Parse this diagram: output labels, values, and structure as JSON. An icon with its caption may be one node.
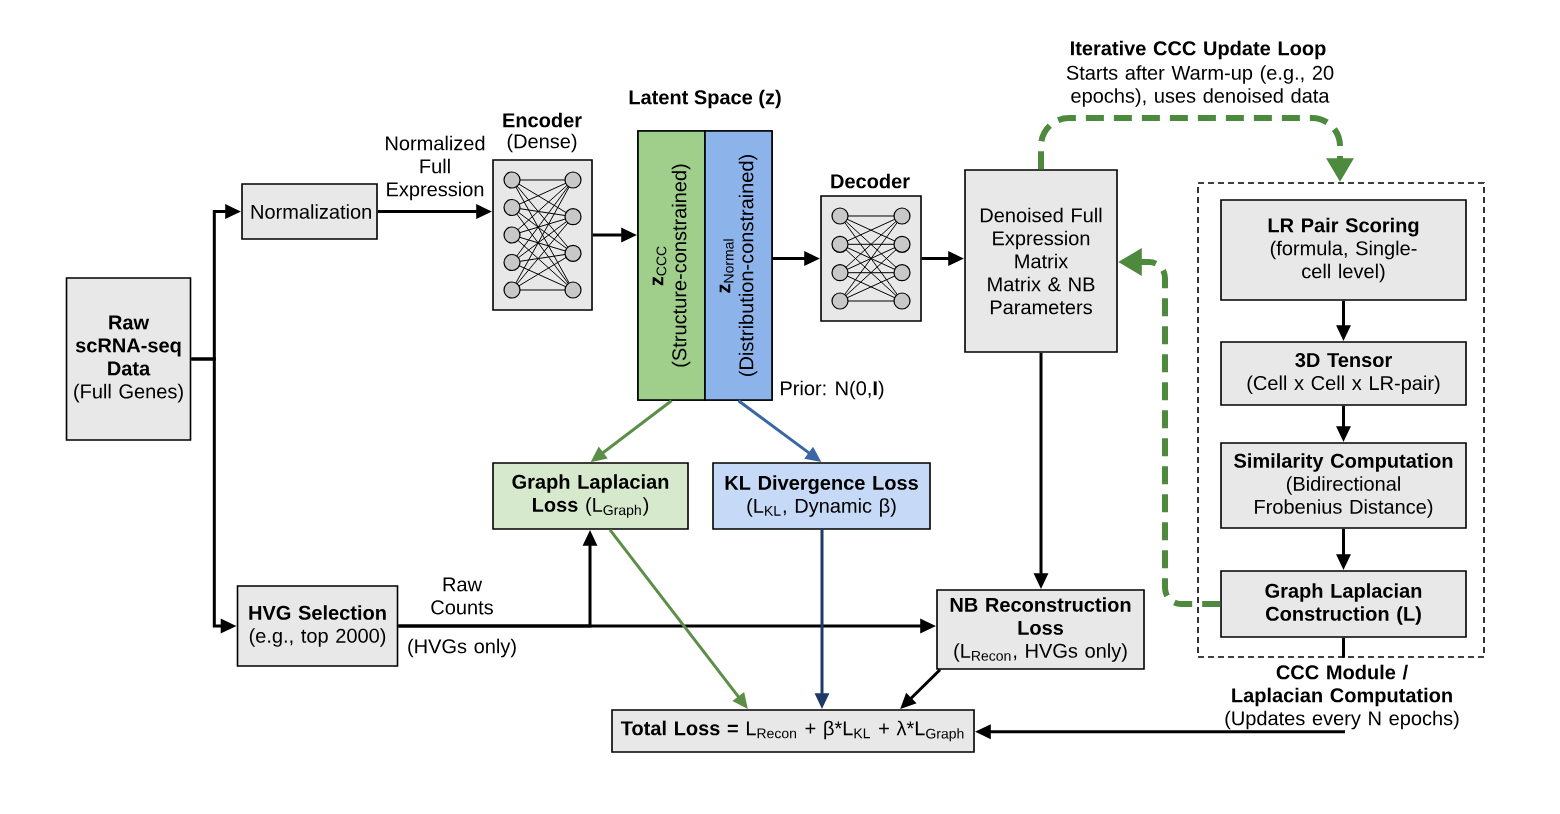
{
  "diagram": {
    "nodes": [
      {
        "text": [
          "Raw scRNA-seq Data",
          "(Full Genes)"
        ]
      },
      {
        "text": [
          "Normalization"
        ]
      },
      {
        "text": [
          "Encoder",
          "(Dense)"
        ]
      },
      {
        "text": [
          "Latent Space (z)"
        ]
      },
      {
        "text": [
          "**z**$_{CCC}$",
          "(Structure-constrained)"
        ],
        "in": 3
      },
      {
        "text": [
          "**z**$_{Normal}$",
          "(Distribution-constrained)"
        ],
        "in": 3,
        "beside": [
          "Prior: N(0,**I**)"
        ]
      },
      {
        "text": [
          "Decoder"
        ]
      },
      {
        "text": [
          "Denoised Full Expression Matrix Matrix & NB Parameters"
        ]
      },
      {
        "text": [
          "CCC Module / Laplacian Computation",
          "(Updates every N epochs)"
        ]
      },
      {
        "text": [
          "LR Pair Scoring",
          "(formula, Single-cell level)"
        ],
        "in": 8
      },
      {
        "text": [
          "3D Tensor",
          "(Cell x Cell x LR-pair)"
        ],
        "in": 8
      },
      {
        "text": [
          "Similarity Computation",
          "(Bidirectional Frobenius Distance)"
        ],
        "in": 8
      },
      {
        "text": [
          "Graph Laplacian Construction (L)"
        ],
        "in": 8
      },
      {
        "text": [
          "**Graph Laplacian Loss** (L$_{Graph}$)"
        ]
      },
      {
        "text": [
          "KL Divergence Loss",
          "(L$_{KL}$, Dynamic β)"
        ]
      },
      {
        "text": [
          "HVG Selection",
          "(e.g., top 2000)"
        ]
      },
      {
        "text": [
          "NB Reconstruction Loss",
          "(L$_{Recon}$, HVGs only)"
        ]
      },
      {
        "text": [
          "**Total Loss =** L$_{Recon}$ + β*L$_{KL}$ + λ*L$_{Graph}$"
        ]
      }
    ],
    "edges": [
      {
        "from": 0,
        "to": 1,
        "arrow": "to"
      },
      {
        "from": 0,
        "to": 15,
        "arrow": "to"
      },
      {
        "from": 1,
        "to": 2,
        "arrow": "to",
        "label": "Normalized Full Expression"
      },
      {
        "from": 2,
        "to": 3,
        "arrow": "to"
      },
      {
        "from": 3,
        "to": 6,
        "arrow": "to"
      },
      {
        "from": 6,
        "to": 7,
        "arrow": "to"
      },
      {
        "from": 4,
        "to": 13,
        "arrow": "to",
        "color": "#5b8f47"
      },
      {
        "from": 5,
        "to": 14,
        "arrow": "to",
        "color": "#3a66a8"
      },
      {
        "from": 15,
        "to": 16,
        "arrow": "to",
        "label": "Raw Counts"
      },
      {
        "from": 15,
        "to": 13,
        "arrow": "to"
      },
      {
        "from": 13,
        "to": 17,
        "arrow": "to",
        "color": "#5b8f47"
      },
      {
        "from": 14,
        "to": 17,
        "arrow": "to",
        "color": "#1f3a66"
      },
      {
        "from": 16,
        "to": 17,
        "arrow": "to"
      },
      {
        "from": 7,
        "to": 16,
        "arrow": "to"
      },
      {
        "from": 7,
        "to": 8,
        "arrow": "to",
        "style": "dashed",
        "color": "#4e8a3e"
      },
      {
        "from": 12,
        "to": 7,
        "arrow": "to",
        "style": "dashed",
        "color": "#4e8a3e"
      },
      {
        "from": 9,
        "to": 10,
        "arrow": "to"
      },
      {
        "from": 10,
        "to": 11,
        "arrow": "to"
      },
      {
        "from": 11,
        "to": 12,
        "arrow": "to"
      },
      {
        "from": 8,
        "to": 17,
        "arrow": "to"
      }
    ],
    "labels": [
      "(HVGs only)",
      "Iterative CCC Update Loop",
      "Starts after Warm-up (e.g., 20 epochs), uses denoised data"
    ]
  }
}
